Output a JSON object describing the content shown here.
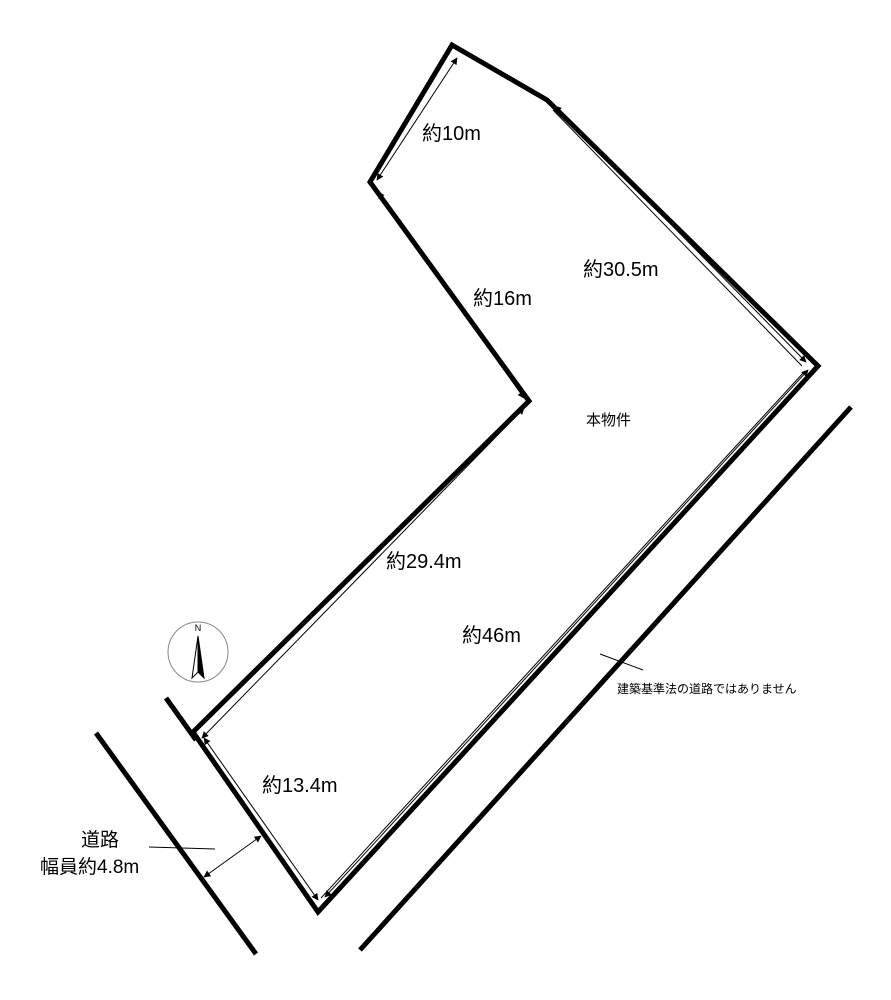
{
  "property_label": "本物件",
  "dimensions": {
    "top_edge": "約10m",
    "inner_upper_edge": "約16m",
    "right_upper_edge": "約30.5m",
    "inner_lower_edge": "約29.4m",
    "right_lower_edge": "約46m",
    "bottom_edge": "約13.4m"
  },
  "road": {
    "title": "道路",
    "width": "幅員約4.8m"
  },
  "side_path_note": "建築基準法の道路ではありません",
  "compass": {
    "label": "N",
    "icon": "north-arrow-icon"
  },
  "colors": {
    "line": "#000000",
    "background": "#ffffff"
  }
}
